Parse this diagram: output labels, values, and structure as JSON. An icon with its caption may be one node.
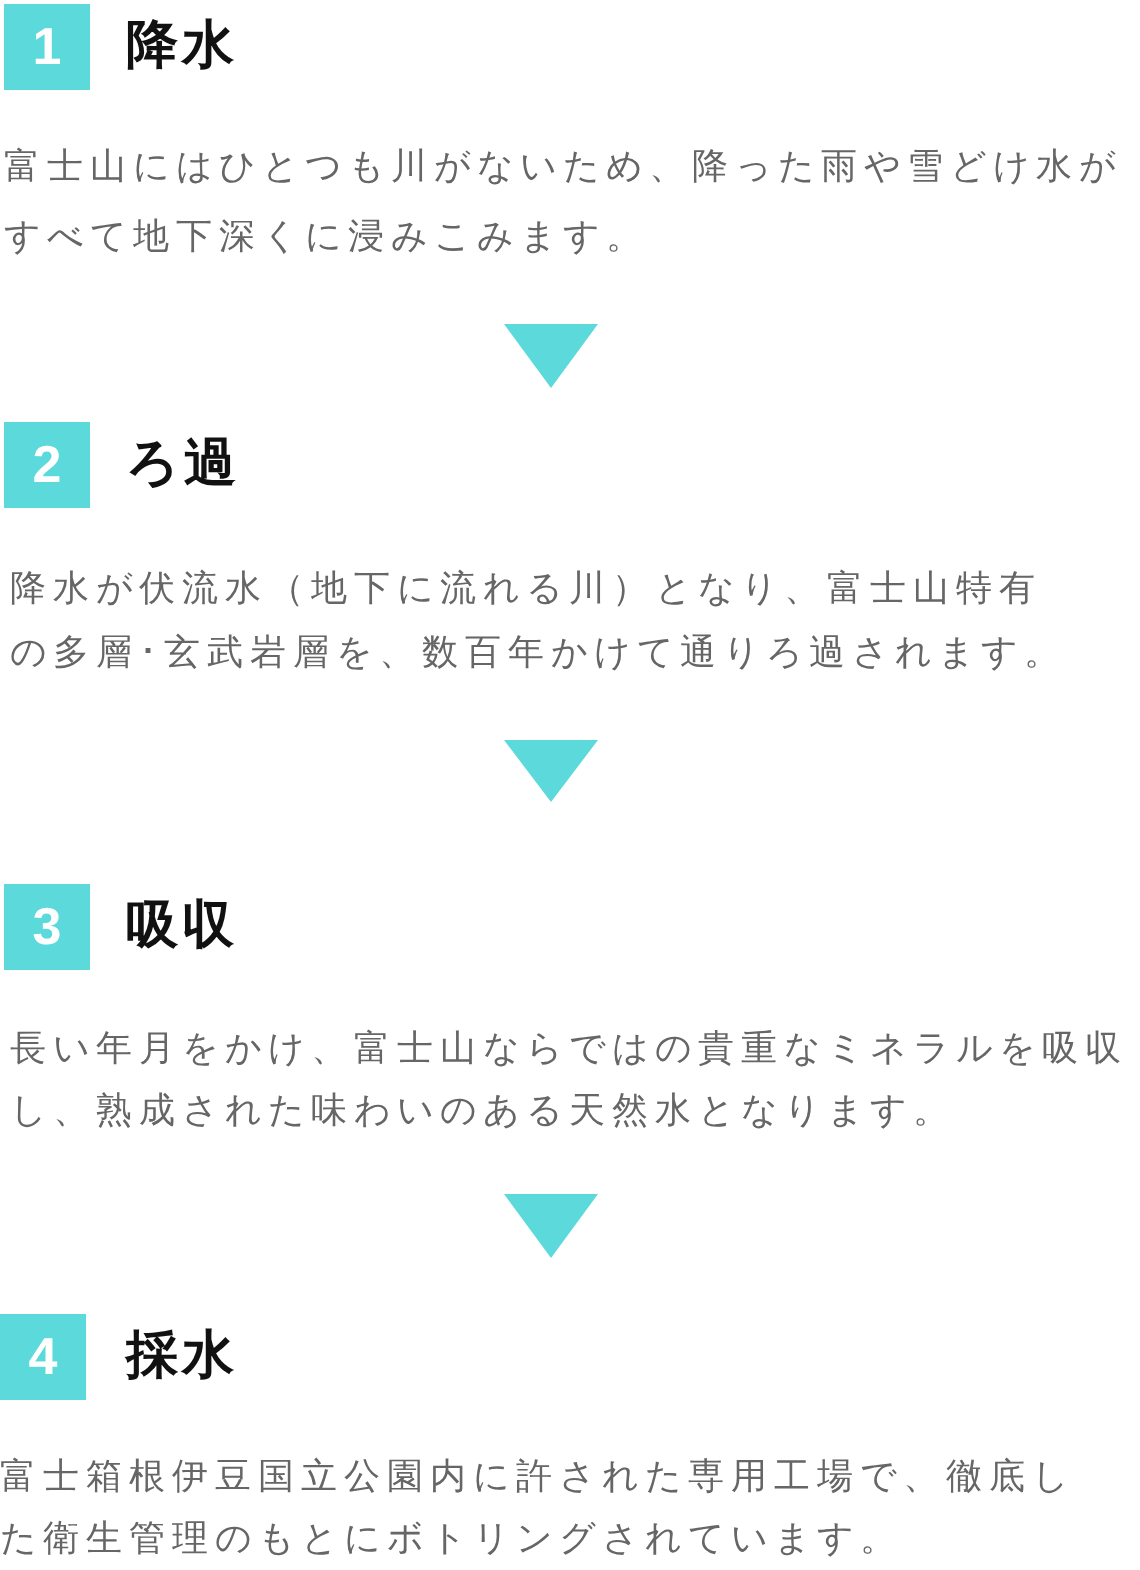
{
  "diagram": {
    "nodes": [
      {
        "text": [
          "1",
          "降水",
          "富士山にはひとつも川がないため、降った雨や雪どけ水がすべて地下深くに浸みこみます。"
        ]
      },
      {
        "text": [
          "2",
          "ろ過",
          "降水が伏流水（地下に流れる川）となり、富士山特有の多層･玄武岩層を、数百年かけて通りろ過されます。"
        ]
      },
      {
        "text": [
          "3",
          "吸収",
          "長い年月をかけ、富士山ならではの貴重なミネラルを吸収し、熟成された味わいのある天然水となります。"
        ]
      },
      {
        "text": [
          "4",
          "採水",
          "富士箱根伊豆国立公園内に許された専用工場で、徹底した衛生管理のもとにボトリングされています。"
        ]
      }
    ],
    "edges": [
      {
        "from": 0,
        "to": 1,
        "arrow": "to"
      },
      {
        "from": 1,
        "to": 2,
        "arrow": "to"
      },
      {
        "from": 2,
        "to": 3,
        "arrow": "to"
      }
    ]
  }
}
